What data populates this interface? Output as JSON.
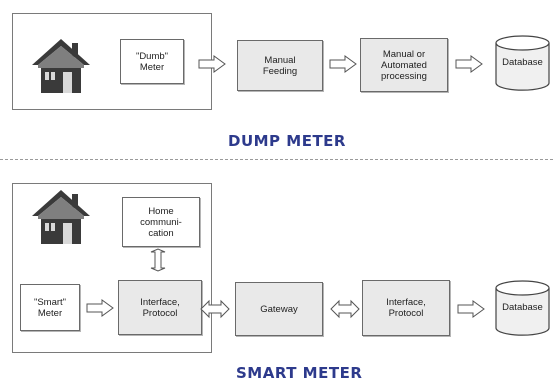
{
  "dump_meter": {
    "caption": "DUMP METER",
    "nodes": {
      "dumb_meter": "\"Dumb\"\nMeter",
      "manual_feeding": "Manual\nFeeding",
      "processing": "Manual or\nAutomated\nprocessing",
      "database": "Database"
    }
  },
  "smart_meter": {
    "caption": "SMART METER",
    "nodes": {
      "home_communication": "Home\ncommuni-\ncation",
      "smart_meter": "\"Smart\"\nMeter",
      "interface_protocol_1": "Interface,\nProtocol",
      "gateway": "Gateway",
      "interface_protocol_2": "Interface,\nProtocol",
      "database": "Database"
    }
  },
  "icons": [
    "house-icon",
    "arrow-right-icon",
    "arrow-down-icon",
    "arrow-double-icon",
    "database-cylinder-icon"
  ],
  "colors": {
    "caption": "#2d3a8c",
    "box_fill": "#e9e9e9",
    "outline": "#6a6a6a"
  }
}
